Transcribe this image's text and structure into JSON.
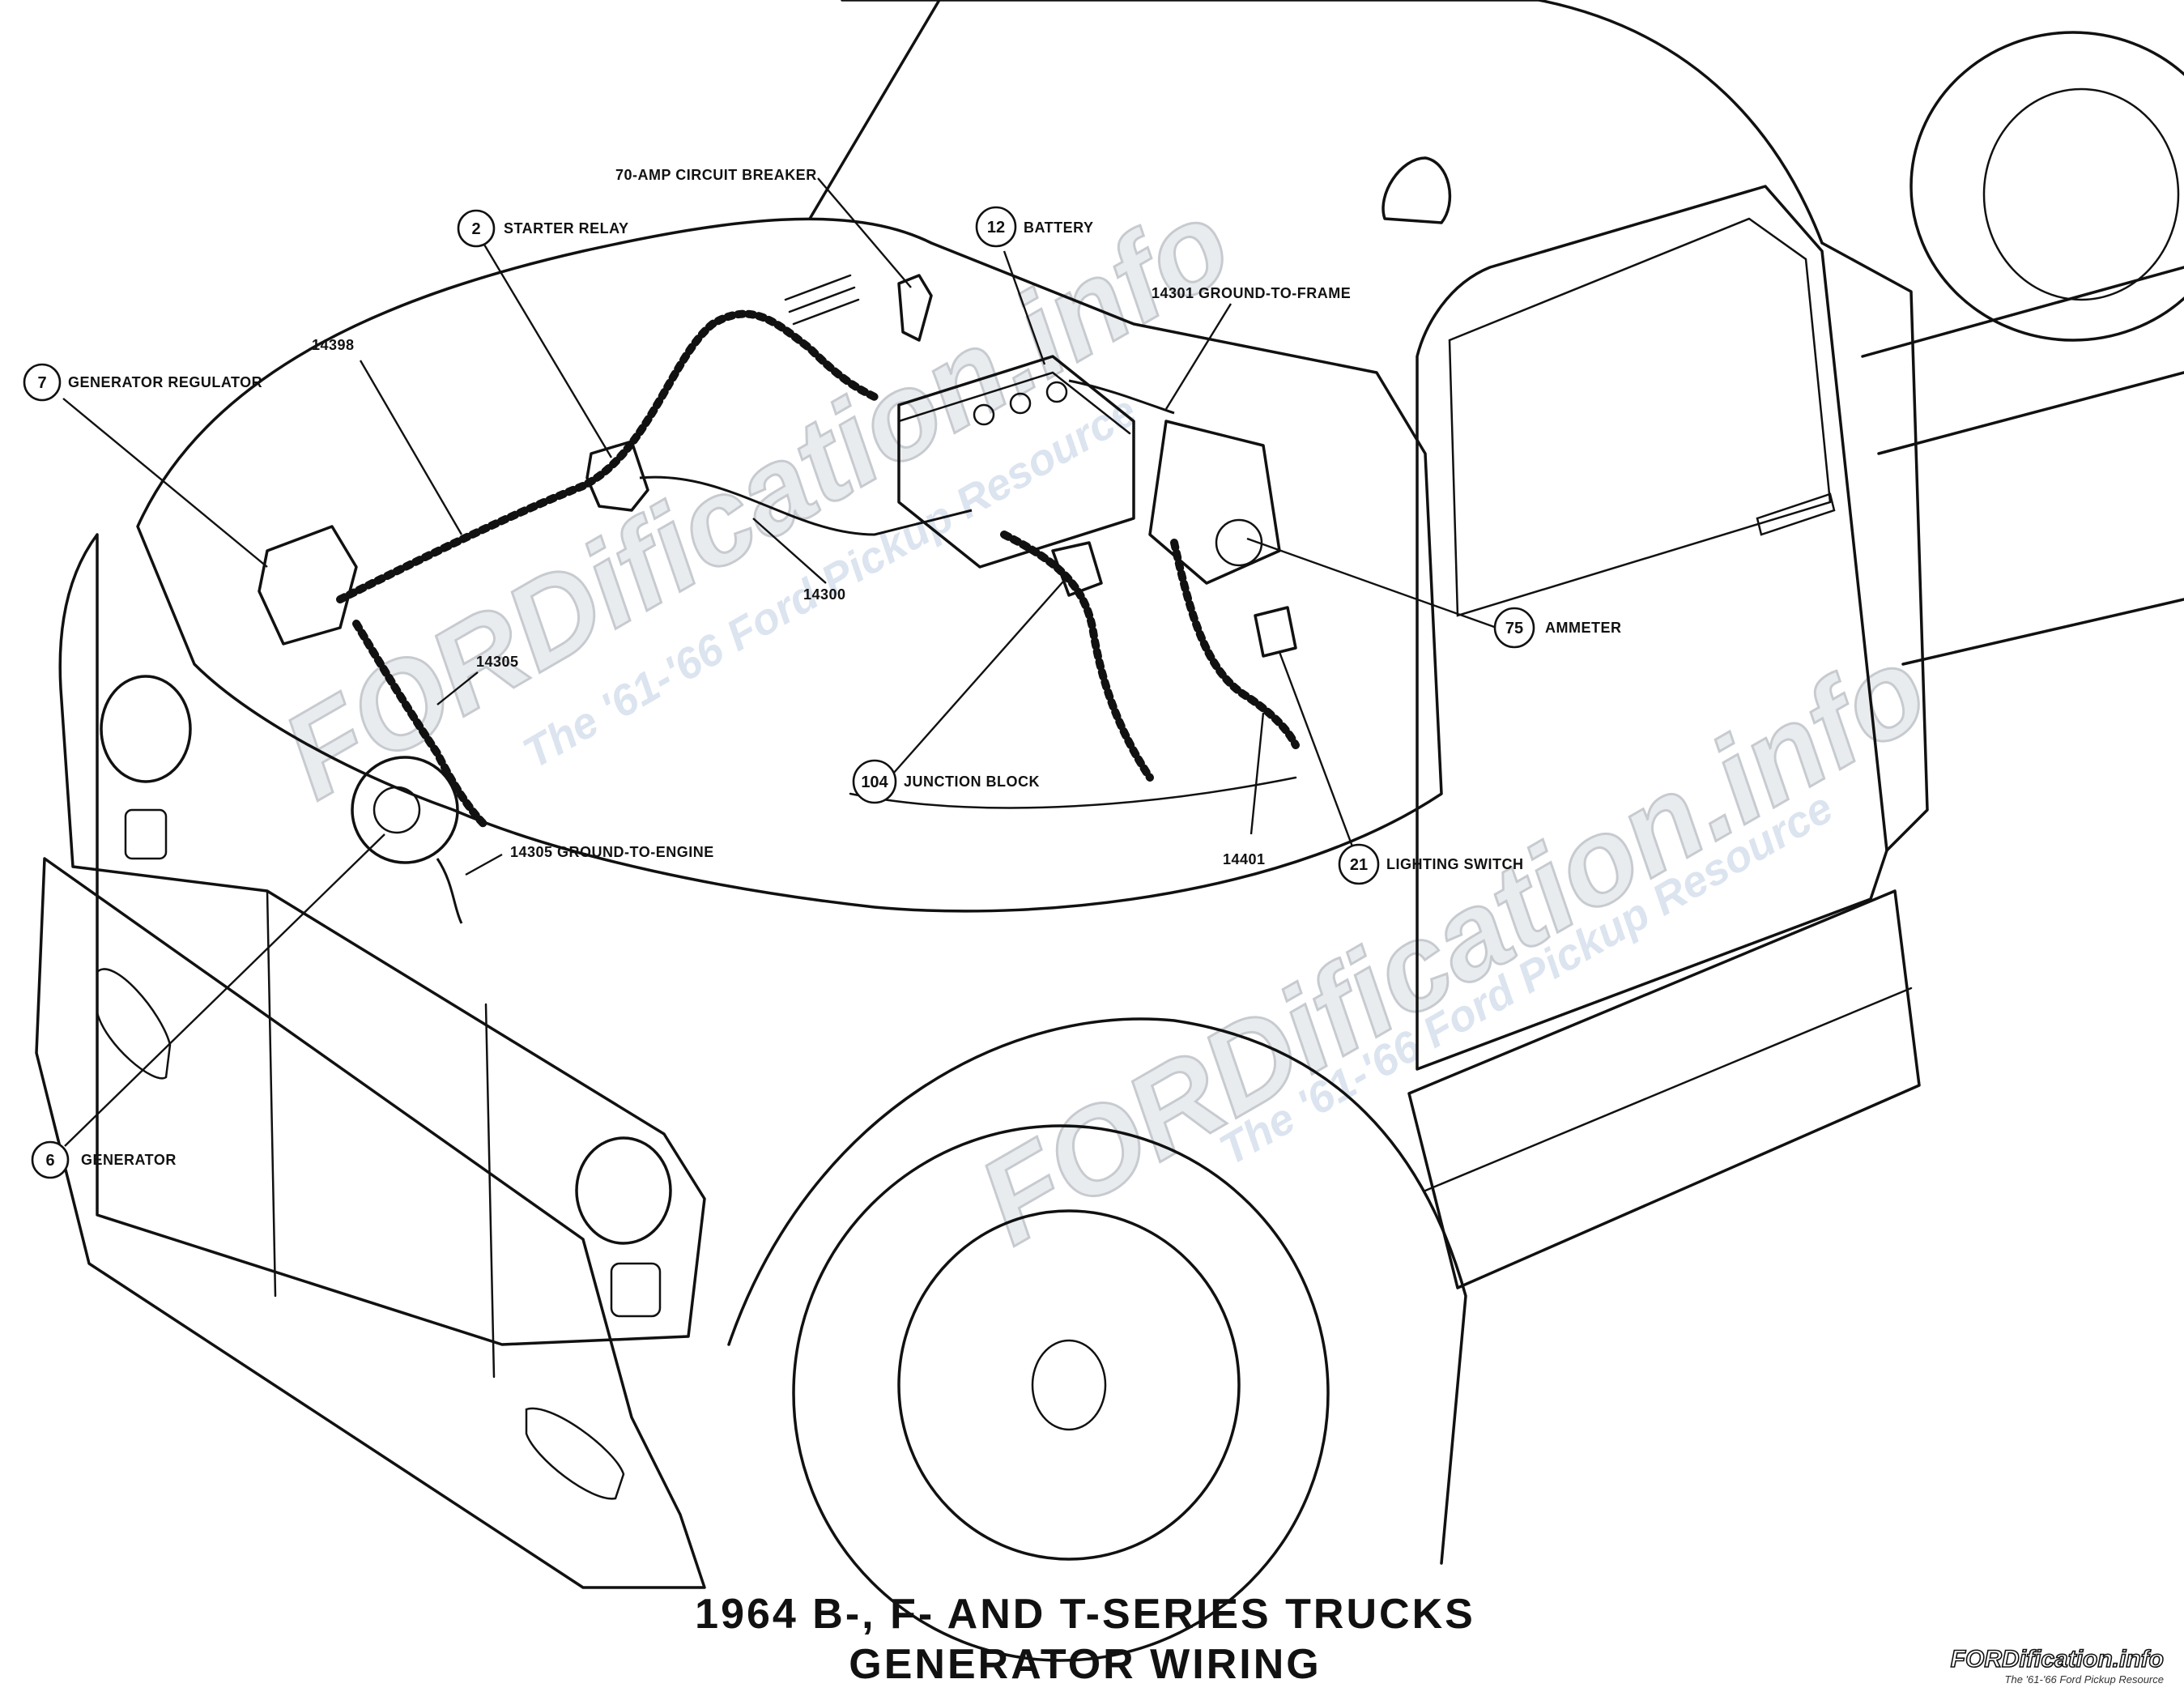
{
  "title": {
    "line1": "1964 B-, F- AND T-SERIES TRUCKS",
    "line2": "GENERATOR WIRING"
  },
  "callouts": [
    {
      "id": "starter-relay",
      "number": "2",
      "label": "STARTER RELAY"
    },
    {
      "id": "generator-regulator",
      "number": "7",
      "label": "GENERATOR REGULATOR"
    },
    {
      "id": "battery",
      "number": "12",
      "label": "BATTERY"
    },
    {
      "id": "ammeter",
      "number": "75",
      "label": "AMMETER"
    },
    {
      "id": "junction-block",
      "number": "104",
      "label": "JUNCTION BLOCK"
    },
    {
      "id": "lighting-switch",
      "number": "21",
      "label": "LIGHTING SWITCH"
    },
    {
      "id": "generator",
      "number": "6",
      "label": "GENERATOR"
    }
  ],
  "part_labels": {
    "circuit_breaker": "70-AMP CIRCUIT BREAKER",
    "ground_to_frame": "14301 GROUND-TO-FRAME",
    "harness_14398": "14398",
    "harness_14300": "14300",
    "harness_14305": "14305",
    "ground_to_engine": "14305 GROUND-TO-ENGINE",
    "harness_14401": "14401"
  },
  "watermark": {
    "brand": "FORDification.info",
    "tagline": "The '61-'66 Ford Pickup Resource"
  },
  "credit": {
    "brand": "FORDification.info",
    "tagline": "The '61-'66 Ford Pickup Resource"
  }
}
